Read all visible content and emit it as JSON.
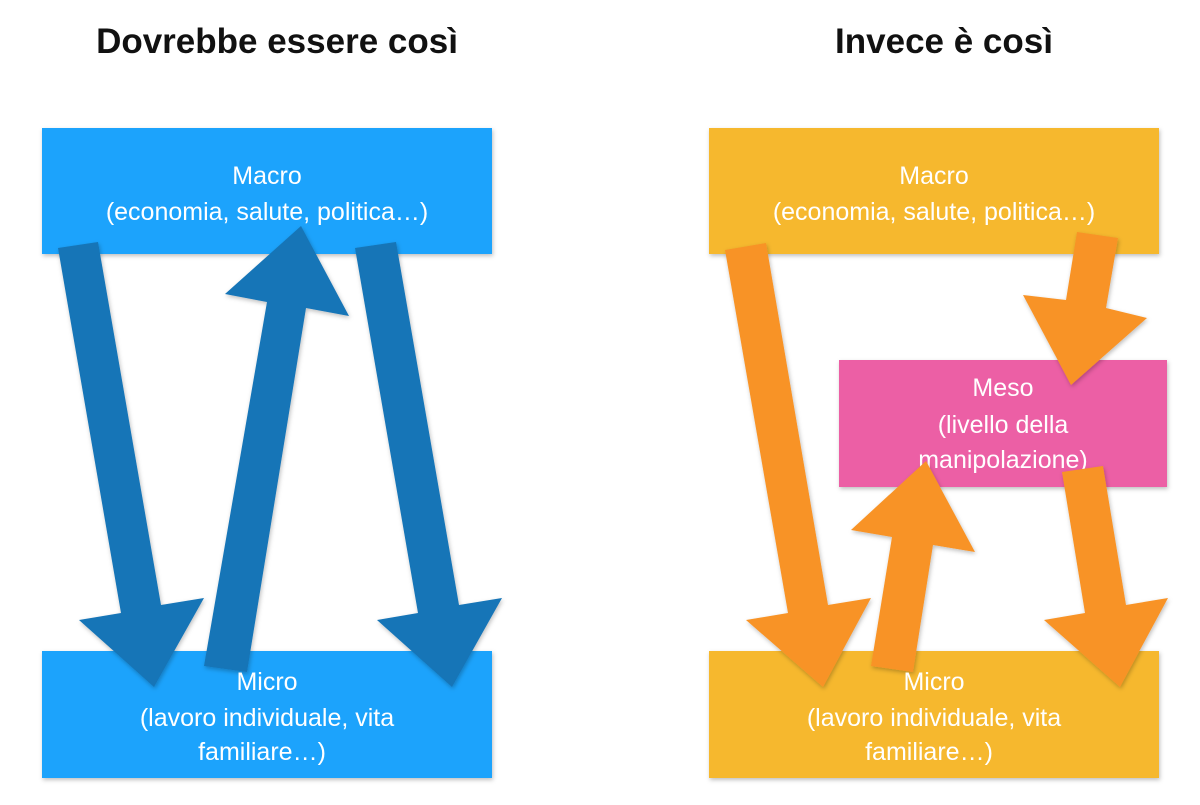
{
  "left_panel": {
    "title": "Dovrebbe essere così",
    "macro": {
      "line1": "Macro",
      "line2": "(economia, salute, politica…)"
    },
    "micro": {
      "line1": "Micro",
      "line2": "(lavoro individuale, vita",
      "line3": "familiare…)"
    }
  },
  "right_panel": {
    "title": "Invece è così",
    "macro": {
      "line1": "Macro",
      "line2": "(economia, salute, politica…)"
    },
    "meso": {
      "line1": "Meso",
      "line2": "(livello della",
      "line3": "manipolazione)"
    },
    "micro": {
      "line1": "Micro",
      "line2": "(lavoro individuale, vita",
      "line3": "familiare…)"
    }
  },
  "colors": {
    "blue_box": "#1ea3fc",
    "blue_arrow": "#1474b7",
    "yellow_box": "#f6b82d",
    "orange_arrow": "#f89325",
    "pink_box": "#ec5fa5"
  }
}
